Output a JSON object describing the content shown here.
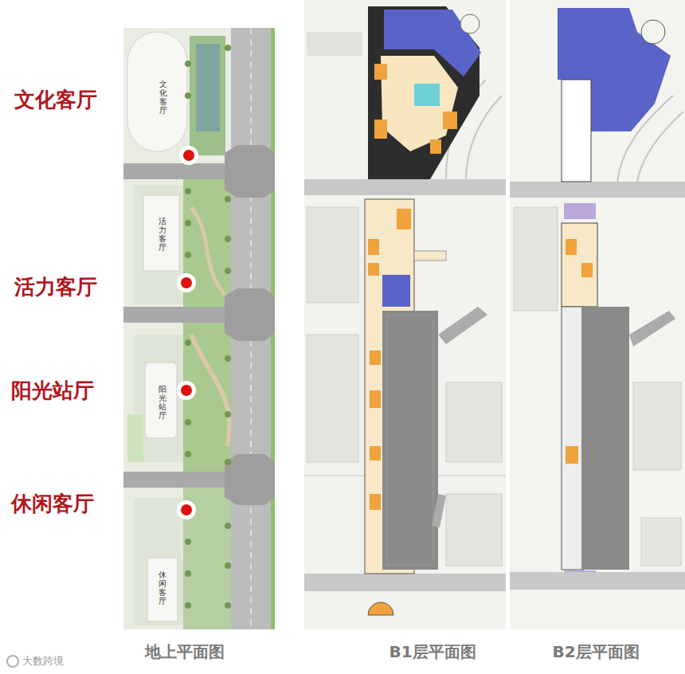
{
  "diagram": {
    "labels": [
      "文化客厅",
      "活力客厅",
      "阳光站厅",
      "休闲客厅",
      "文化客厅",
      "活力客厅",
      "阳光站厅",
      "休闲客厅",
      "地上平面图",
      "B1层平面图",
      "B2层平面图",
      "大数跨境"
    ]
  }
}
